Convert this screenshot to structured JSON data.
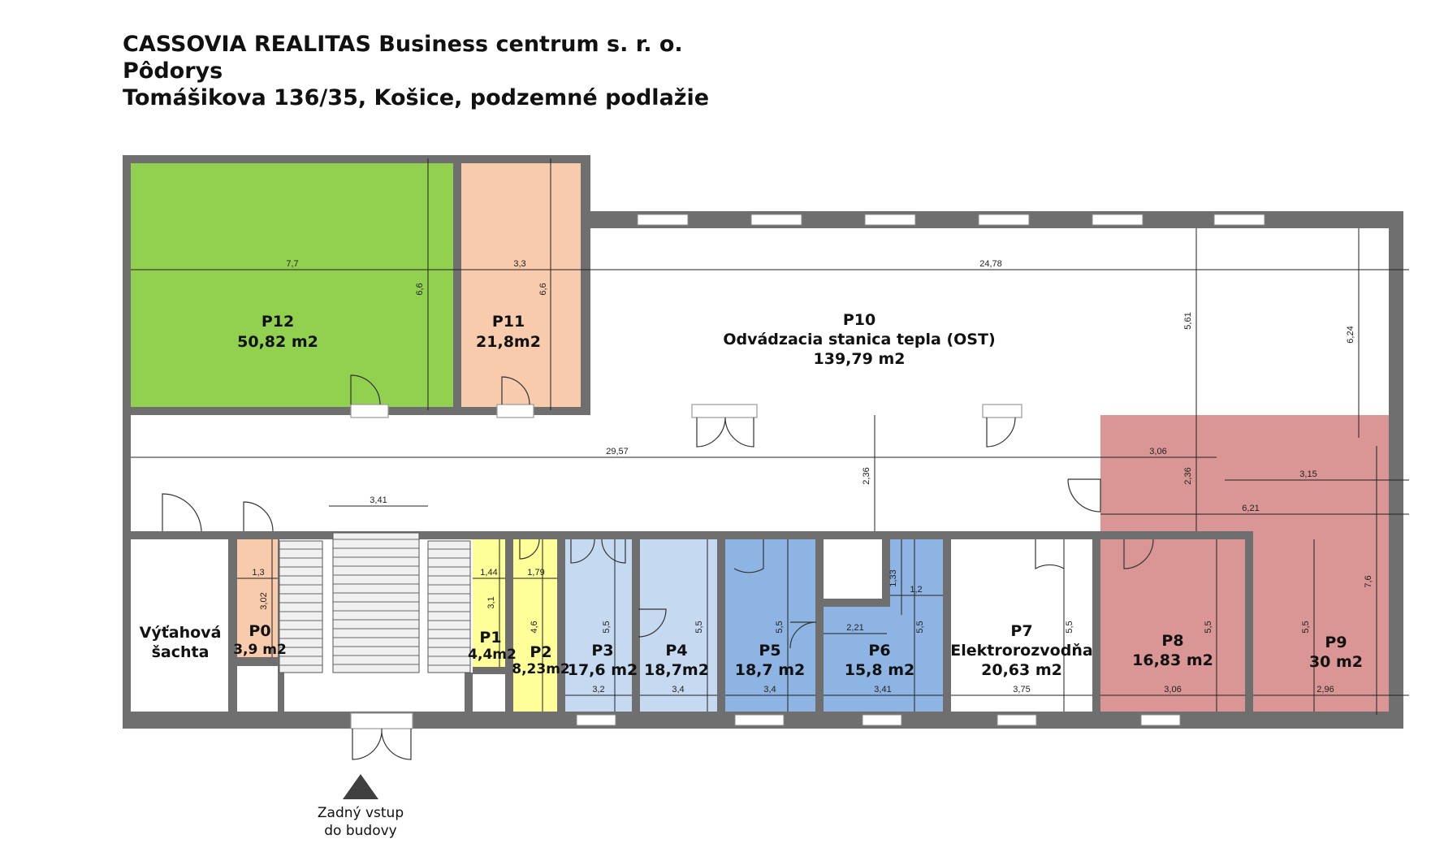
{
  "header": {
    "company": "CASSOVIA REALITAS Business centrum s. r. o.",
    "doc_type": "Pôdorys",
    "address": "Tomášikova 136/35, Košice, podzemné podlažie"
  },
  "colors": {
    "wall": "#6f6f6f",
    "p12": "#92d050",
    "p11": "#f8cbad",
    "p0": "#f8cbad",
    "p1_p2": "#ffff99",
    "p3_p4": "#c5d9f1",
    "p5_p6": "#8db4e2",
    "p8_p9": "#da9694",
    "stairs": "#f0f0f0",
    "entry_arrow": "#404040"
  },
  "rooms": {
    "p12": {
      "name": "P12",
      "area": "50,82 m2"
    },
    "p11": {
      "name": "P11",
      "area": "21,8m2"
    },
    "p10": {
      "name": "P10",
      "desc": "Odvádzacia stanica tepla (OST)",
      "area": "139,79 m2"
    },
    "shaft": {
      "line1": "Výťahová",
      "line2": "šachta"
    },
    "p0": {
      "name": "P0",
      "area": "3,9 m2"
    },
    "p1": {
      "name": "P1",
      "area": "4,4m2"
    },
    "p2": {
      "name": "P2",
      "area": "8,23m2"
    },
    "p3": {
      "name": "P3",
      "area": "17,6 m2"
    },
    "p4": {
      "name": "P4",
      "area": "18,7m2"
    },
    "p5": {
      "name": "P5",
      "area": "18,7 m2"
    },
    "p6": {
      "name": "P6",
      "area": "15,8 m2"
    },
    "p7": {
      "name": "P7",
      "desc": "Elektrorozvodňa",
      "area": "20,63 m2"
    },
    "p8": {
      "name": "P8",
      "area": "16,83 m2"
    },
    "p9": {
      "name": "P9",
      "area": "30 m2"
    }
  },
  "dimensions": {
    "p12_w": "7,7",
    "p12_h": "6,6",
    "p11_w": "3,3",
    "p11_h": "6,6",
    "p10_w": "24,78",
    "p10_h1": "5,61",
    "p10_h2": "6,24",
    "corridor_w": "29,57",
    "corridor_h": "2,36",
    "stairs_w": "3,41",
    "p0_w": "1,3",
    "p0_h": "3,02",
    "p1_w": "1,44",
    "p1_h": "3,1",
    "p2_w": "1,79",
    "p2_h": "4,6",
    "p3_h": "5,5",
    "p3_w": "3,2",
    "p4_h": "5,5",
    "p4_w": "3,4",
    "p5_h": "5,5",
    "p5_w": "3,4",
    "p6_top_w": "1,33",
    "p6_small": "1,2",
    "p6_mid_w": "2,21",
    "p6_h": "5,5",
    "p6_w": "3,41",
    "p7_h": "5,5",
    "p7_w": "3,75",
    "p8_top": "3,06",
    "p8_h": "2,36",
    "p8_h2": "5,5",
    "p8_w": "3,06",
    "p9_top": "3,15",
    "p9_mid": "6,21",
    "p9_h": "7,6",
    "p9_h2": "5,5",
    "p9_w": "2,96"
  },
  "entry": {
    "line1": "Zadný vstup",
    "line2": "do budovy"
  }
}
